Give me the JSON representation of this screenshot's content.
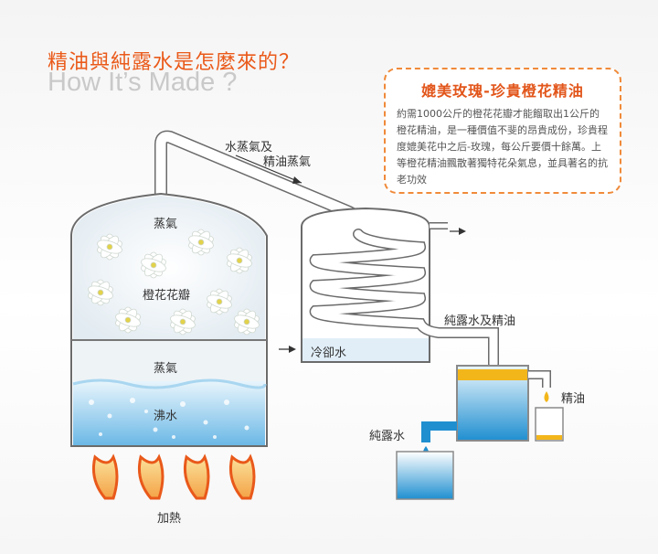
{
  "header": {
    "title_zh": "精油與純露水是怎麼來的？",
    "title_en": "How It’s Made ?"
  },
  "infobox": {
    "title": "媲美玫瑰-珍貴橙花精油",
    "body": "約需1000公斤的橙花花瓣才能餾取出1公斤的橙花精油，是一種價值不斐的昂貴成份，珍貴程度媲美花中之后-玫瑰，每公斤要價十餘萬。上等橙花精油飄散著獨特花朵氣息，並具著名的抗老功效"
  },
  "labels": {
    "steam_top": "蒸氣",
    "petals": "橙花花瓣",
    "steam_mid": "蒸氣",
    "boiling_water": "沸水",
    "heating": "加熱",
    "vapor_line1": "水蒸氣及",
    "vapor_line2": "精油蒸氣",
    "cooling_water": "冷卻水",
    "hydrosol_and_oil": "純露水及精油",
    "essential_oil": "精油",
    "hydrosol": "純露水"
  },
  "colors": {
    "accent": "#ea5a1a",
    "flame_outer": "#e9591a",
    "flame_inner": "#fbe19a",
    "water_blue": "#1f8fd0",
    "oil_yellow": "#f3b61a"
  }
}
